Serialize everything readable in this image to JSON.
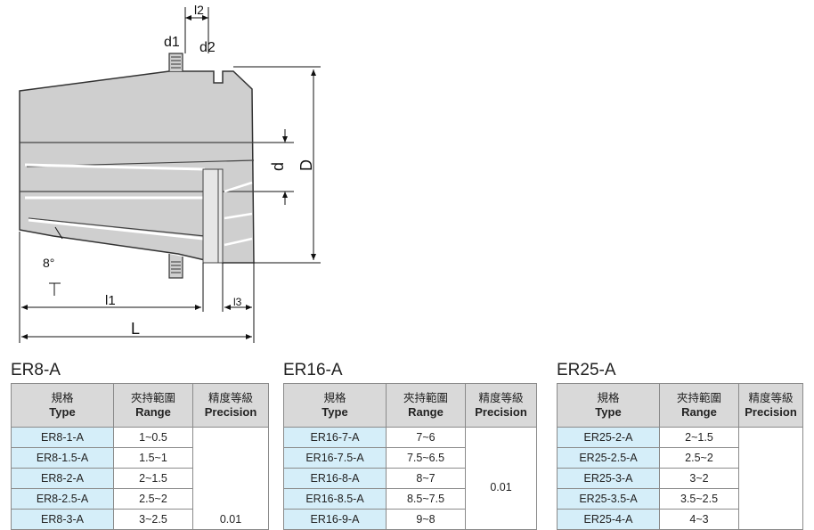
{
  "drawing": {
    "labels": {
      "l2": "l2",
      "d1": "d1",
      "d2": "d2",
      "d": "d",
      "D": "D",
      "angle": "8°",
      "l1": "l1",
      "l3": "l3",
      "L": "L"
    }
  },
  "tables": [
    {
      "title": "ER8-A",
      "headers": {
        "type_zh": "規格",
        "type_en": "Type",
        "range_zh": "夾持範圍",
        "range_en": "Range",
        "precision_zh": "精度等級",
        "precision_en": "Precision"
      },
      "rows": [
        {
          "type": "ER8-1-A",
          "range": "1~0.5"
        },
        {
          "type": "ER8-1.5-A",
          "range": "1.5~1"
        },
        {
          "type": "ER8-2-A",
          "range": "2~1.5"
        },
        {
          "type": "ER8-2.5-A",
          "range": "2.5~2"
        },
        {
          "type": "ER8-3-A",
          "range": "3~2.5"
        }
      ],
      "precision": "0.01"
    },
    {
      "title": "ER16-A",
      "headers": {
        "type_zh": "規格",
        "type_en": "Type",
        "range_zh": "夾持範圍",
        "range_en": "Range",
        "precision_zh": "精度等級",
        "precision_en": "Precision"
      },
      "rows": [
        {
          "type": "ER16-7-A",
          "range": "7~6"
        },
        {
          "type": "ER16-7.5-A",
          "range": "7.5~6.5"
        },
        {
          "type": "ER16-8-A",
          "range": "8~7"
        },
        {
          "type": "ER16-8.5-A",
          "range": "8.5~7.5"
        },
        {
          "type": "ER16-9-A",
          "range": "9~8"
        }
      ],
      "precision": "0.01"
    },
    {
      "title": "ER25-A",
      "headers": {
        "type_zh": "規格",
        "type_en": "Type",
        "range_zh": "夾持範圍",
        "range_en": "Range",
        "precision_zh": "精度等級",
        "precision_en": "Precision"
      },
      "rows": [
        {
          "type": "ER25-2-A",
          "range": "2~1.5"
        },
        {
          "type": "ER25-2.5-A",
          "range": "2.5~2"
        },
        {
          "type": "ER25-3-A",
          "range": "3~2"
        },
        {
          "type": "ER25-3.5-A",
          "range": "3.5~2.5"
        },
        {
          "type": "ER25-4-A",
          "range": "4~3"
        }
      ],
      "precision": ""
    }
  ]
}
